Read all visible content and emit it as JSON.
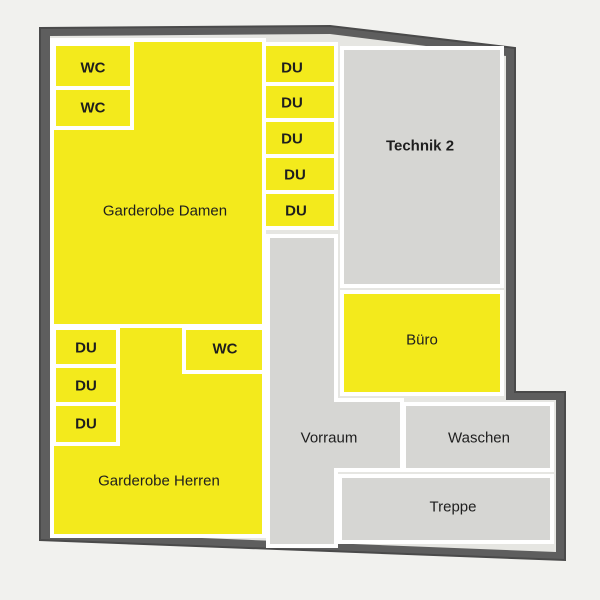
{
  "colors": {
    "yellow": "#f3ea1c",
    "gray": "#d6d6d3",
    "wall": "#5e5e5e",
    "background": "#f1f1ee"
  },
  "rooms": {
    "wc_1": "WC",
    "wc_2": "WC",
    "du_1": "DU",
    "du_2": "DU",
    "du_3": "DU",
    "du_4": "DU",
    "du_5": "DU",
    "garderobe_damen": "Garderobe Damen",
    "technik_2": "Technik 2",
    "buero": "Büro",
    "du_6": "DU",
    "du_7": "DU",
    "du_8": "DU",
    "wc_3": "WC",
    "garderobe_herren": "Garderobe Herren",
    "vorraum": "Vorraum",
    "waschen": "Waschen",
    "treppe": "Treppe"
  }
}
